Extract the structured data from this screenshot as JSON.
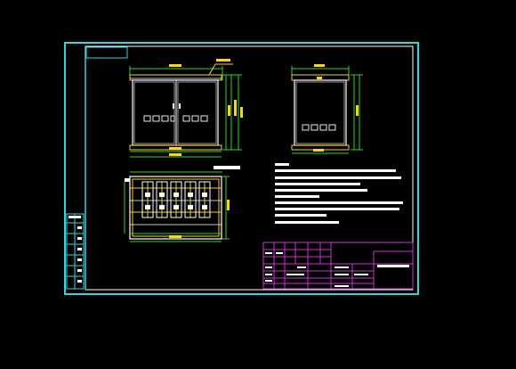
{
  "colors": {
    "background": "#000000",
    "frame": "#33d6e0",
    "white": "#ffffff",
    "yellow": "#ffd21a",
    "green": "#28d728",
    "magenta": "#d030d8"
  },
  "drawing": {
    "views": [
      "front-elevation",
      "side-elevation",
      "plan-view"
    ],
    "notes_line_count": 11,
    "title_block_rows": 6
  },
  "front_view": {
    "meter_windows_row1": 4,
    "meter_windows_row2": 4
  },
  "side_view": {
    "meter_windows_row2": 4
  },
  "plan_view": {
    "compartments": 5
  }
}
